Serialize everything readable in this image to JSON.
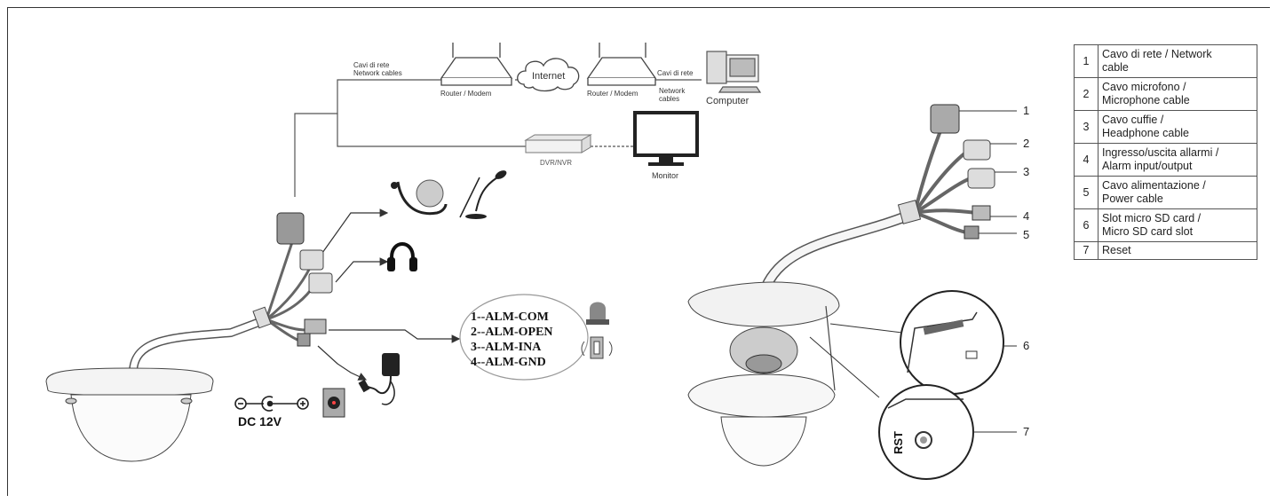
{
  "network": {
    "cables_label_it": "Cavi di rete",
    "cables_label_en": "Network cables",
    "router_left": "Router / Modem",
    "internet": "Internet",
    "router_right": "Router / Modem",
    "cables_right_it": "Cavi di rete",
    "cables_right_en_1": "Network",
    "cables_right_en_2": "cables",
    "computer": "Computer",
    "dvr": "DVR/NVR",
    "monitor": "Monitor"
  },
  "alarm": {
    "lines": [
      "1--ALM-COM",
      "2--ALM-OPEN",
      "3--ALM-INA",
      "4--ALM-GND"
    ]
  },
  "power": {
    "label": "DC 12V"
  },
  "callouts": [
    "1",
    "2",
    "3",
    "4",
    "5",
    "6",
    "7"
  ],
  "rst_label": "RST",
  "legend": [
    {
      "num": "1",
      "line1": "Cavo di rete / Network",
      "line2": "cable"
    },
    {
      "num": "2",
      "line1": "Cavo microfono /",
      "line2": "Microphone cable"
    },
    {
      "num": "3",
      "line1": "Cavo cuffie /",
      "line2": "Headphone cable"
    },
    {
      "num": "4",
      "line1": "Ingresso/uscita allarmi /",
      "line2": "Alarm input/output"
    },
    {
      "num": "5",
      "line1": "Cavo alimentazione /",
      "line2": "Power cable"
    },
    {
      "num": "6",
      "line1": "Slot micro SD card /",
      "line2": "Micro SD card slot"
    },
    {
      "num": "7",
      "line1": "Reset",
      "line2": ""
    }
  ]
}
